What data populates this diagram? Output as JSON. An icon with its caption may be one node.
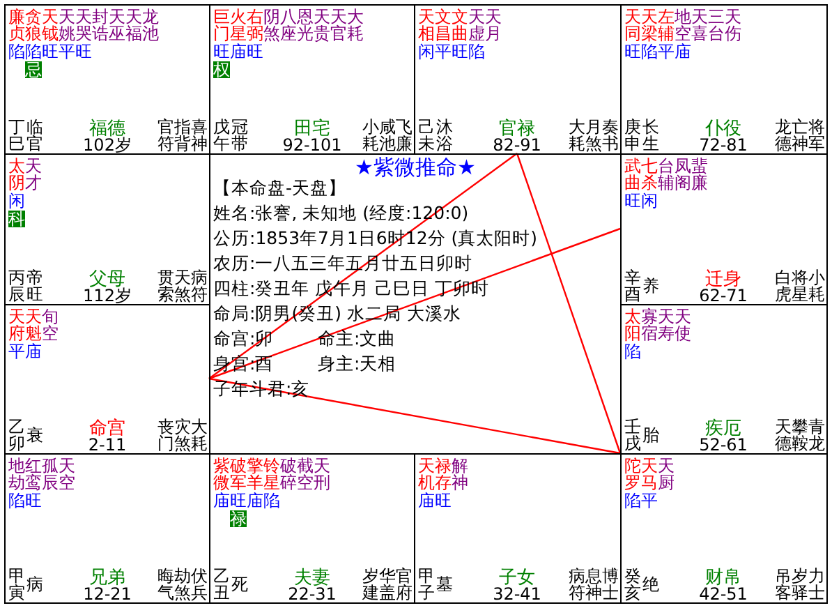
{
  "diagram": {
    "nodes": [
      {
        "text": [
          "廉贞",
          "贪狼",
          "天钺",
          "天姚",
          "天哭",
          "封诰",
          "天巫",
          "天福",
          "龙池",
          "陷陷旺平旺",
          "忌",
          "丁巳",
          "临官",
          "福德",
          "102岁",
          "官符",
          "指背",
          "喜神"
        ]
      },
      {
        "text": [
          "巨门",
          "火星",
          "右弼",
          "阴煞",
          "八座",
          "恩光",
          "天贵",
          "天官",
          "大耗",
          "旺庙旺",
          "权",
          "戊午",
          "冠带",
          "田宅",
          "92-101",
          "小耗",
          "咸池",
          "飞廉"
        ]
      },
      {
        "text": [
          "天相",
          "文昌",
          "文曲",
          "天虚",
          "天月",
          "闲平旺陷",
          "己未",
          "沐浴",
          "官禄",
          "82-91",
          "大耗",
          "月煞",
          "奏书"
        ]
      },
      {
        "text": [
          "天同",
          "天梁",
          "左辅",
          "地空",
          "天喜",
          "三台",
          "天伤",
          "旺陷平庙",
          "庚申",
          "长生",
          "仆役",
          "72-81",
          "龙德",
          "亡神",
          "将军"
        ]
      },
      {
        "text": [
          "太阴",
          "天才",
          "闲",
          "科",
          "丙辰",
          "帝旺",
          "父母",
          "112岁",
          "贯索",
          "天煞",
          "病符"
        ]
      },
      {
        "text": [
          "★紫微推命★",
          "【本命盘-天盘】",
          "姓名:张謇, 未知地 (经度:120:0)",
          "公历:1853年7月1日6时12分 (真太阳时)",
          "农历:一八五三年五月廿五日卯时",
          "四柱:癸丑年 戊午月 己巳日 丁卯时",
          "命局:阴男(癸丑) 水二局 大溪水",
          "命宫:卯",
          "命主:文曲",
          "身宫:酉",
          "身主:天相",
          "子年斗君:亥"
        ]
      },
      {
        "text": [
          "武曲",
          "七杀",
          "台辅",
          "凤阁",
          "蜚廉",
          "旺闲",
          "辛酉",
          "养",
          "迁身",
          "62-71",
          "白虎",
          "将星",
          "小耗"
        ]
      },
      {
        "text": [
          "天府",
          "天魁",
          "旬空",
          "平庙",
          "乙卯",
          "衰",
          "命宫",
          "2-11",
          "丧门",
          "灾煞",
          "大耗"
        ]
      },
      {
        "text": [
          "太阳",
          "寡宿",
          "天寿",
          "天使",
          "陷",
          "壬戌",
          "胎",
          "疾厄",
          "52-61",
          "天德",
          "攀鞍",
          "青龙"
        ]
      },
      {
        "text": [
          "地劫",
          "红鸾",
          "孤辰",
          "天空",
          "陷旺",
          "甲寅",
          "病",
          "兄弟",
          "12-21",
          "晦气",
          "劫煞",
          "伏兵"
        ]
      },
      {
        "text": [
          "紫微",
          "破军",
          "擎羊",
          "铃星",
          "破碎",
          "截空",
          "天刑",
          "庙旺庙陷",
          "禄",
          "乙丑",
          "死",
          "夫妻",
          "22-31",
          "岁建",
          "华盖",
          "官府"
        ]
      },
      {
        "text": [
          "天机",
          "禄存",
          "解神",
          "庙旺",
          "甲子",
          "墓",
          "子女",
          "32-41",
          "病符",
          "息神",
          "博士"
        ]
      },
      {
        "text": [
          "陀罗",
          "天马",
          "天厨",
          "陷平",
          "癸亥",
          "绝",
          "财帛",
          "42-51",
          "吊客",
          "岁驿",
          "力士"
        ]
      }
    ],
    "edges": [
      {
        "from": 7,
        "to": 2,
        "arrow": "none"
      },
      {
        "from": 7,
        "to": 6,
        "arrow": "none"
      },
      {
        "from": 7,
        "to": 12,
        "arrow": "none"
      },
      {
        "from": 2,
        "to": 12,
        "arrow": "none"
      }
    ]
  }
}
